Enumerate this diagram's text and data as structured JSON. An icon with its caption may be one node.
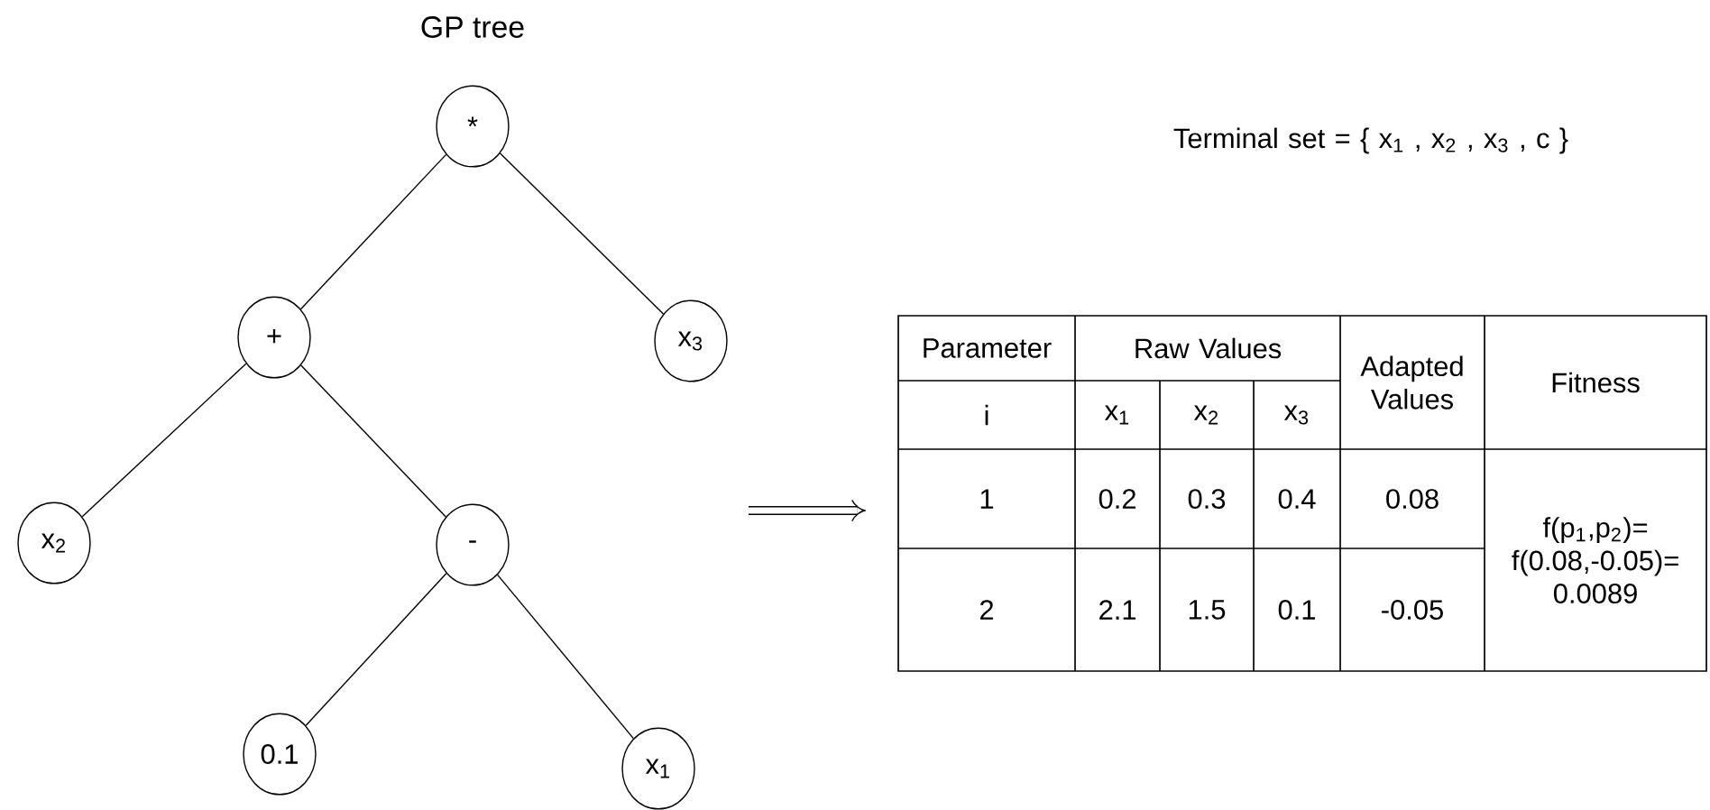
{
  "diagram": {
    "title": "GP tree",
    "nodes": [
      {
        "text": [
          "*"
        ]
      },
      {
        "text": [
          "+"
        ]
      },
      {
        "text": [
          "x$_{3}$"
        ]
      },
      {
        "text": [
          "x$_{2}$"
        ]
      },
      {
        "text": [
          "-"
        ]
      },
      {
        "text": [
          "0.1"
        ]
      },
      {
        "text": [
          "x$_{1}$"
        ]
      }
    ],
    "edges": [
      {
        "from": 0,
        "to": 1,
        "arrow": "none"
      },
      {
        "from": 0,
        "to": 2,
        "arrow": "none"
      },
      {
        "from": 1,
        "to": 3,
        "arrow": "none"
      },
      {
        "from": 1,
        "to": 4,
        "arrow": "none"
      },
      {
        "from": 4,
        "to": 5,
        "arrow": "none"
      },
      {
        "from": 4,
        "to": 6,
        "arrow": "none"
      }
    ],
    "labels": [
      "Terminal set = { x$_{1}$ , x$_{2}$ , x$_{3}$ , c }",
      "Parameter",
      "Raw Values",
      "Adapted Values",
      "Fitness",
      "i",
      "x$_{1}$",
      "x$_{2}$",
      "x$_{3}$",
      "1",
      "0.2",
      "0.3",
      "0.4",
      "0.08",
      "f(p$_{1}$,p$_{2}$)= f(0.08,-0.05)= 0.0089",
      "2",
      "2.1",
      "1.5",
      "0.1",
      "-0.05"
    ]
  }
}
